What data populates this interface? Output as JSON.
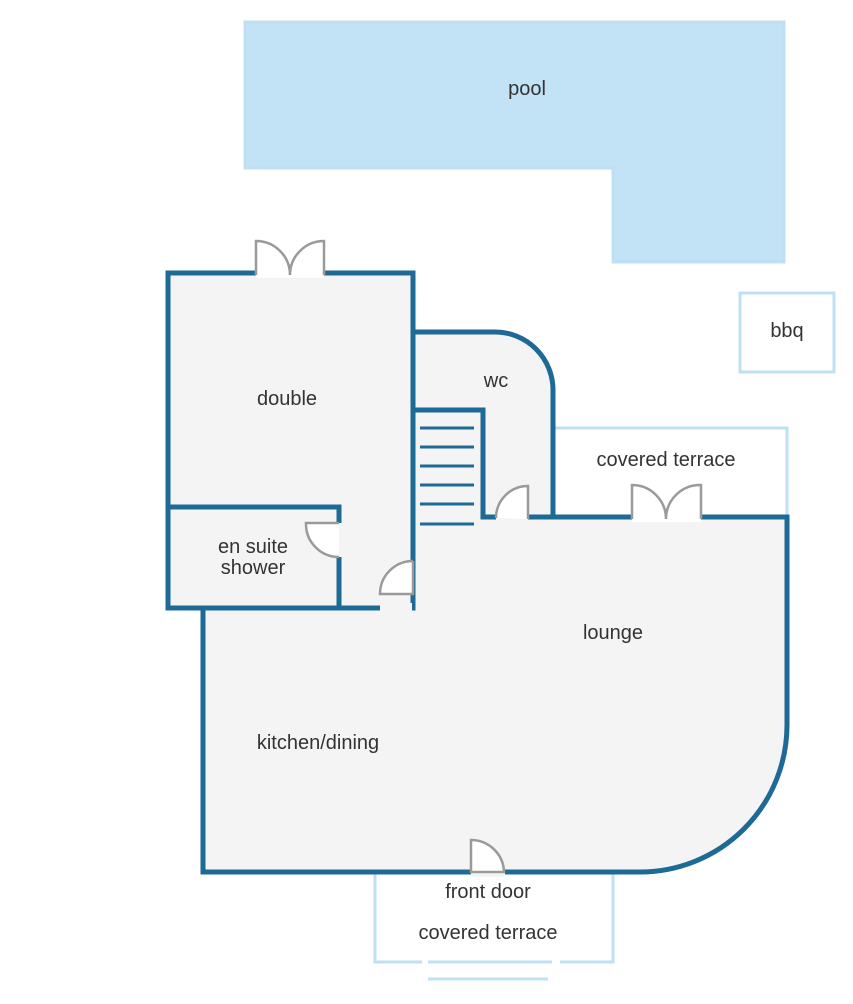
{
  "rooms": {
    "pool": "pool",
    "bbq": "bbq",
    "double": "double",
    "wc": "wc",
    "covered_terrace_rear": "covered terrace",
    "en_suite_line1": "en suite",
    "en_suite_line2": "shower",
    "lounge": "lounge",
    "kitchen_dining": "kitchen/dining",
    "front_door": "front door",
    "covered_terrace_front": "covered terrace"
  },
  "colors": {
    "wall": "#1e6a96",
    "floor": "#f4f4f4",
    "pool": "#c2e2f5",
    "outline_light": "#bfe0f2",
    "door": "#9a9a9a"
  }
}
